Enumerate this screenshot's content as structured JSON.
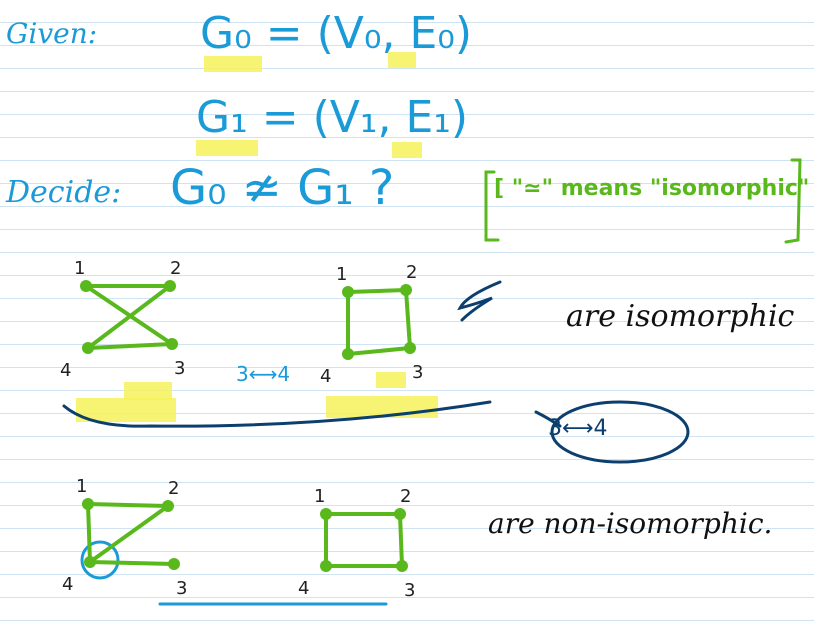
{
  "header": {
    "given_label": "Given:",
    "g0_def": "G₀ = (V₀, E₀)",
    "g1_def": "G₁ = (V₁, E₁)",
    "decide_label": "Decide:",
    "decide_expr": "G₀ ≄ G₁ ?",
    "note": "[ \"≃\" means \"isomorphic\" ]"
  },
  "examples": [
    {
      "graphs": [
        {
          "vertices": [
            "1",
            "2",
            "3",
            "4"
          ],
          "edges": [
            [
              "1",
              "2"
            ],
            [
              "1",
              "3"
            ],
            [
              "2",
              "4"
            ],
            [
              "4",
              "3"
            ]
          ]
        },
        {
          "vertices": [
            "1",
            "2",
            "3",
            "4"
          ],
          "edges": [
            [
              "1",
              "2"
            ],
            [
              "2",
              "3"
            ],
            [
              "3",
              "4"
            ],
            [
              "4",
              "1"
            ]
          ]
        }
      ],
      "mapping_label": "3⟷4",
      "result": "are isomorphic",
      "circled_mapping": "3⟷4"
    },
    {
      "graphs": [
        {
          "vertices": [
            "1",
            "2",
            "3",
            "4"
          ],
          "edges": [
            [
              "1",
              "2"
            ],
            [
              "2",
              "4"
            ],
            [
              "4",
              "3"
            ],
            [
              "1",
              "4"
            ]
          ]
        },
        {
          "vertices": [
            "1",
            "2",
            "3",
            "4"
          ],
          "edges": [
            [
              "1",
              "2"
            ],
            [
              "2",
              "3"
            ],
            [
              "3",
              "4"
            ],
            [
              "4",
              "1"
            ]
          ]
        }
      ],
      "result": "are non-isomorphic."
    }
  ],
  "colors": {
    "ink_blue": "#1b9ad8",
    "ink_green": "#58b81c",
    "ink_dark": "#0c3f6e",
    "highlight": "#f7f25a",
    "rule_line": "#cfe3f3"
  }
}
